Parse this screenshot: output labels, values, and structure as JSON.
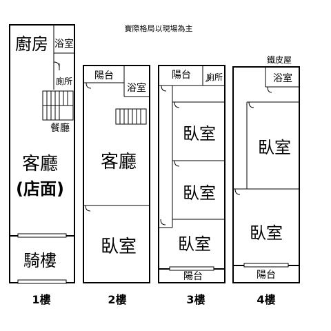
{
  "note": "實際格局以現場為主",
  "roof_label": "鐵皮屋",
  "floors": [
    {
      "label": "1樓",
      "rooms": {
        "kitchen": "廚房",
        "bath": "浴室",
        "toilet": "廁所",
        "dining": "餐廳",
        "living": "客廳",
        "shopfront": "(店面)",
        "arcade": "騎樓"
      }
    },
    {
      "label": "2樓",
      "rooms": {
        "balcony": "陽台",
        "bath": "浴室",
        "living": "客廳",
        "bedroom": "臥室"
      }
    },
    {
      "label": "3樓",
      "rooms": {
        "balcony_top": "陽台",
        "toilet": "廁所",
        "bedroom1": "臥室",
        "bedroom2": "臥室",
        "bedroom3": "臥室",
        "balcony_bottom": "陽台"
      }
    },
    {
      "label": "4樓",
      "rooms": {
        "bath": "浴室",
        "bedroom1": "臥室",
        "bedroom2": "臥室",
        "balcony": "陽台"
      }
    }
  ]
}
